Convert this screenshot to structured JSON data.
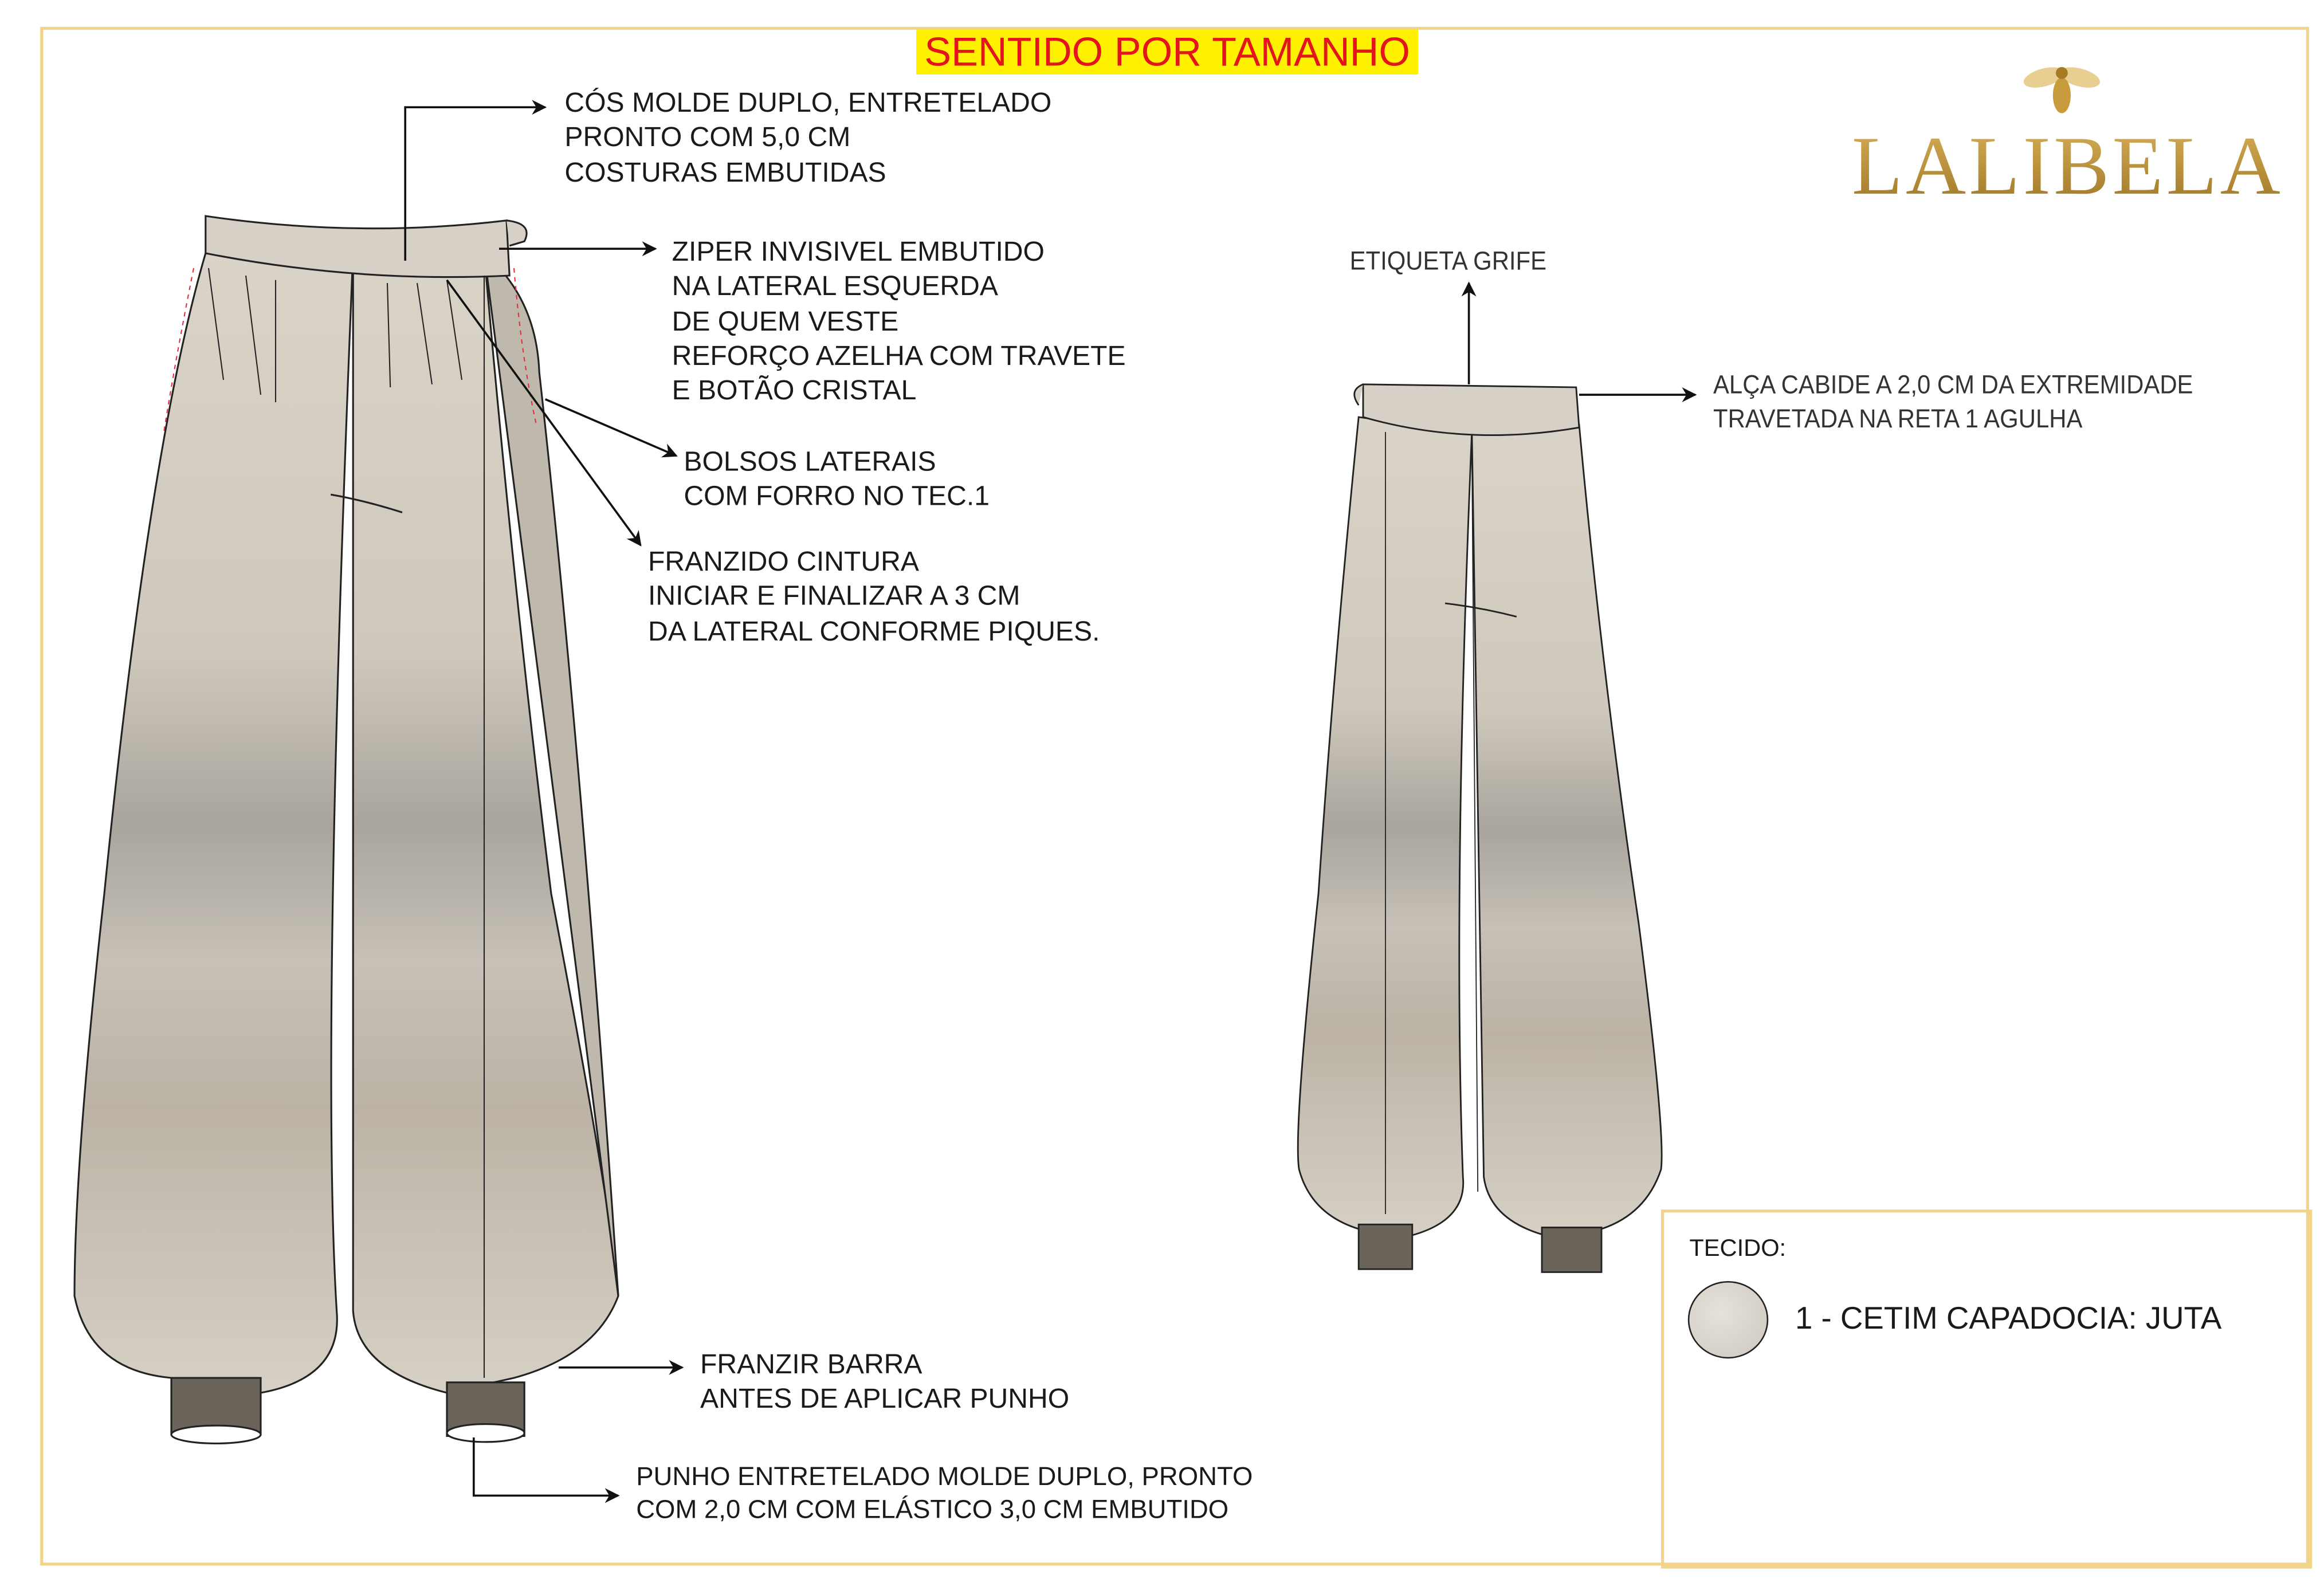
{
  "title": "SENTIDO POR TAMANHO",
  "brand": {
    "name": "LALIBELA",
    "icon": "bee-icon",
    "color": "#b78a2e"
  },
  "colors": {
    "frame": "#f2d38a",
    "title_bg": "#fff200",
    "title_text": "#e3141b",
    "fabric": "#cfc9bd"
  },
  "front_notes": {
    "waistband": [
      "CÓS MOLDE DUPLO, ENTRETELADO",
      "PRONTO COM 5,0 CM",
      "COSTURAS EMBUTIDAS"
    ],
    "zipper": [
      "ZIPER INVISIVEL EMBUTIDO",
      "NA LATERAL ESQUERDA",
      "DE QUEM VESTE",
      "REFORÇO AZELHA COM TRAVETE",
      "E BOTÃO CRISTAL"
    ],
    "pockets": [
      "BOLSOS LATERAIS",
      "COM FORRO NO TEC.1"
    ],
    "gathering": [
      "FRANZIDO CINTURA",
      "INICIAR E FINALIZAR A 3 CM",
      "DA LATERAL CONFORME PIQUES."
    ],
    "hem": [
      "FRANZIR BARRA",
      "ANTES DE APLICAR PUNHO"
    ],
    "cuff": [
      "PUNHO ENTRETELADO MOLDE DUPLO, PRONTO",
      "COM 2,0 CM COM ELÁSTICO 3,0 CM EMBUTIDO"
    ]
  },
  "back_notes": {
    "label": "ETIQUETA GRIFE",
    "hanger_loop": [
      "ALÇA CABIDE A 2,0 CM DA EXTREMIDADE",
      "TRAVETADA NA RETA 1 AGULHA"
    ]
  },
  "fabric_box": {
    "label": "TECIDO:",
    "items": [
      "1 - CETIM CAPADOCIA: JUTA"
    ]
  }
}
